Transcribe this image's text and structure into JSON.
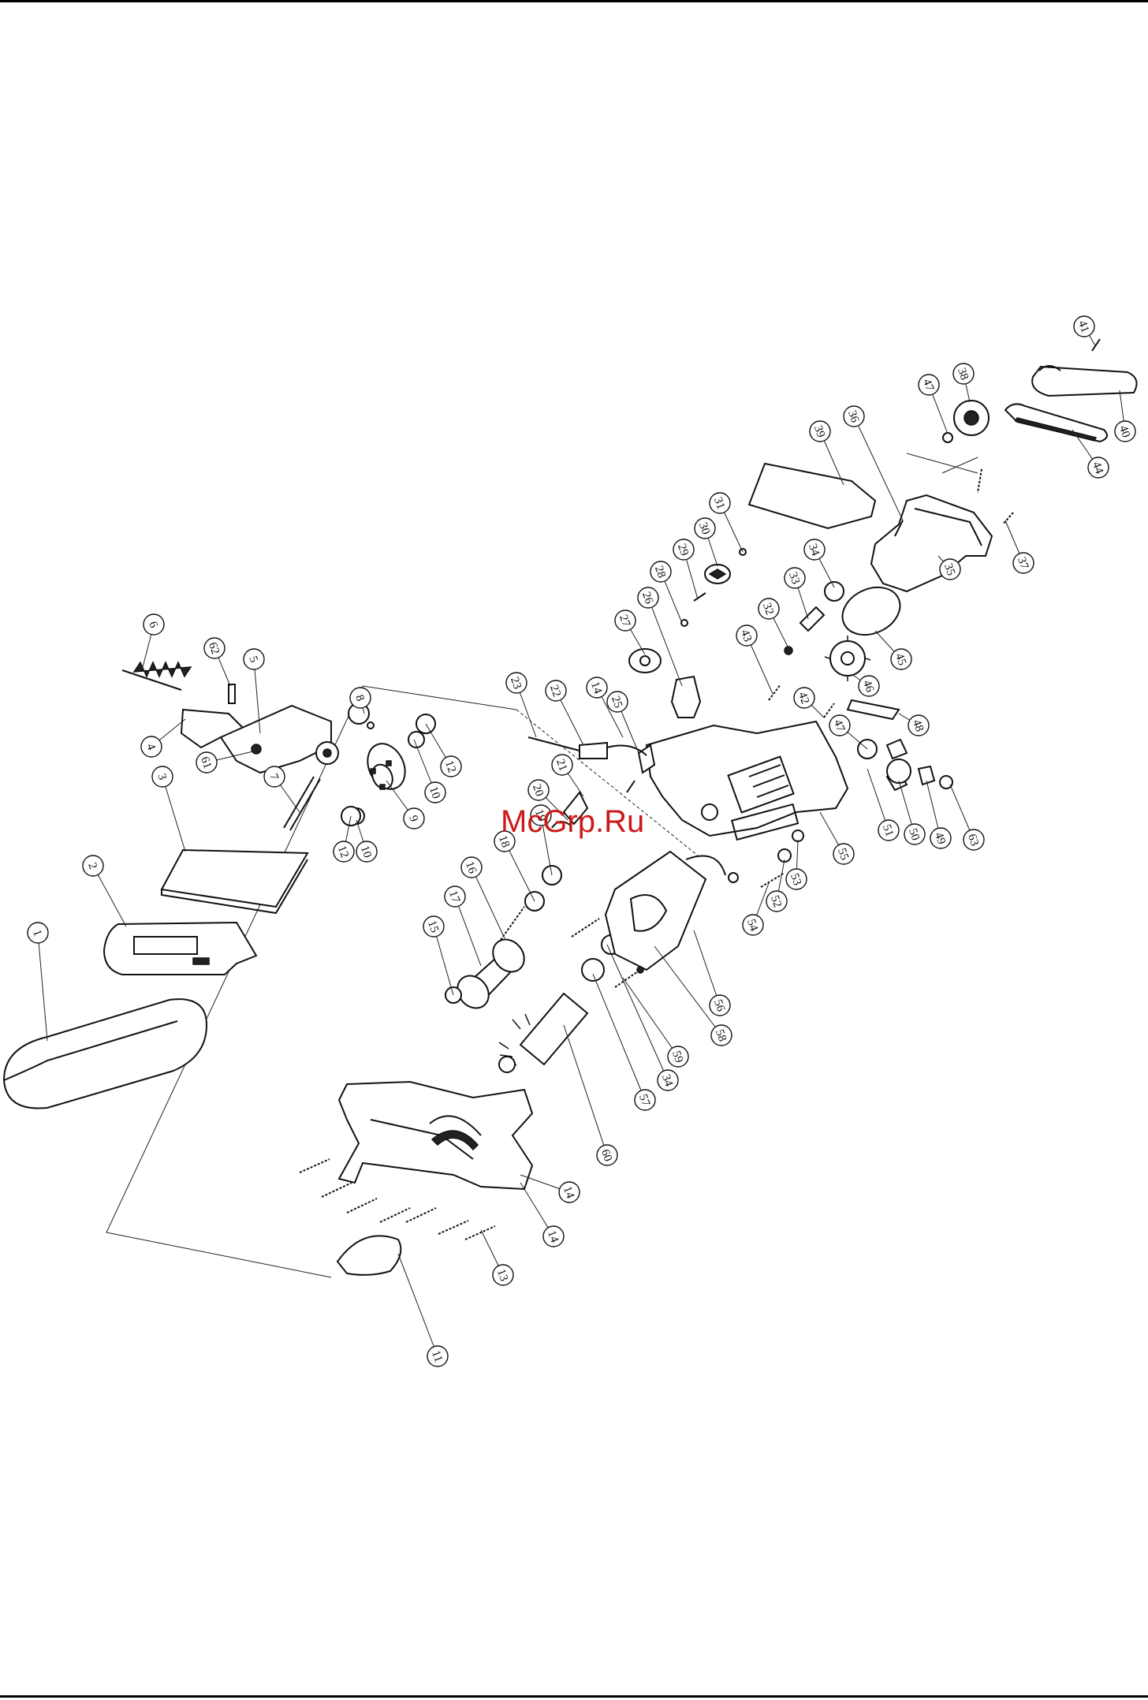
{
  "watermark": {
    "text": "McGrp.Ru",
    "color": "#cc1a1a"
  },
  "diagram": {
    "type": "exploded-view",
    "callouts": [
      {
        "label": "1"
      },
      {
        "label": "2"
      },
      {
        "label": "3"
      },
      {
        "label": "4"
      },
      {
        "label": "5"
      },
      {
        "label": "6"
      },
      {
        "label": "7"
      },
      {
        "label": "8"
      },
      {
        "label": "9"
      },
      {
        "label": "10"
      },
      {
        "label": "10"
      },
      {
        "label": "11"
      },
      {
        "label": "12"
      },
      {
        "label": "12"
      },
      {
        "label": "13"
      },
      {
        "label": "14"
      },
      {
        "label": "14"
      },
      {
        "label": "14"
      },
      {
        "label": "15"
      },
      {
        "label": "16"
      },
      {
        "label": "17"
      },
      {
        "label": "18"
      },
      {
        "label": "19"
      },
      {
        "label": "20"
      },
      {
        "label": "21"
      },
      {
        "label": "22"
      },
      {
        "label": "23"
      },
      {
        "label": "25"
      },
      {
        "label": "26"
      },
      {
        "label": "27"
      },
      {
        "label": "28"
      },
      {
        "label": "29"
      },
      {
        "label": "30"
      },
      {
        "label": "31"
      },
      {
        "label": "32"
      },
      {
        "label": "33"
      },
      {
        "label": "34"
      },
      {
        "label": "34"
      },
      {
        "label": "35"
      },
      {
        "label": "36"
      },
      {
        "label": "37"
      },
      {
        "label": "38"
      },
      {
        "label": "39"
      },
      {
        "label": "40"
      },
      {
        "label": "41"
      },
      {
        "label": "42"
      },
      {
        "label": "43"
      },
      {
        "label": "44"
      },
      {
        "label": "45"
      },
      {
        "label": "46"
      },
      {
        "label": "47"
      },
      {
        "label": "47"
      },
      {
        "label": "48"
      },
      {
        "label": "49"
      },
      {
        "label": "50"
      },
      {
        "label": "51"
      },
      {
        "label": "52"
      },
      {
        "label": "53"
      },
      {
        "label": "54"
      },
      {
        "label": "55"
      },
      {
        "label": "56"
      },
      {
        "label": "57"
      },
      {
        "label": "58"
      },
      {
        "label": "59"
      },
      {
        "label": "60"
      },
      {
        "label": "61"
      },
      {
        "label": "62"
      },
      {
        "label": "63"
      }
    ]
  }
}
